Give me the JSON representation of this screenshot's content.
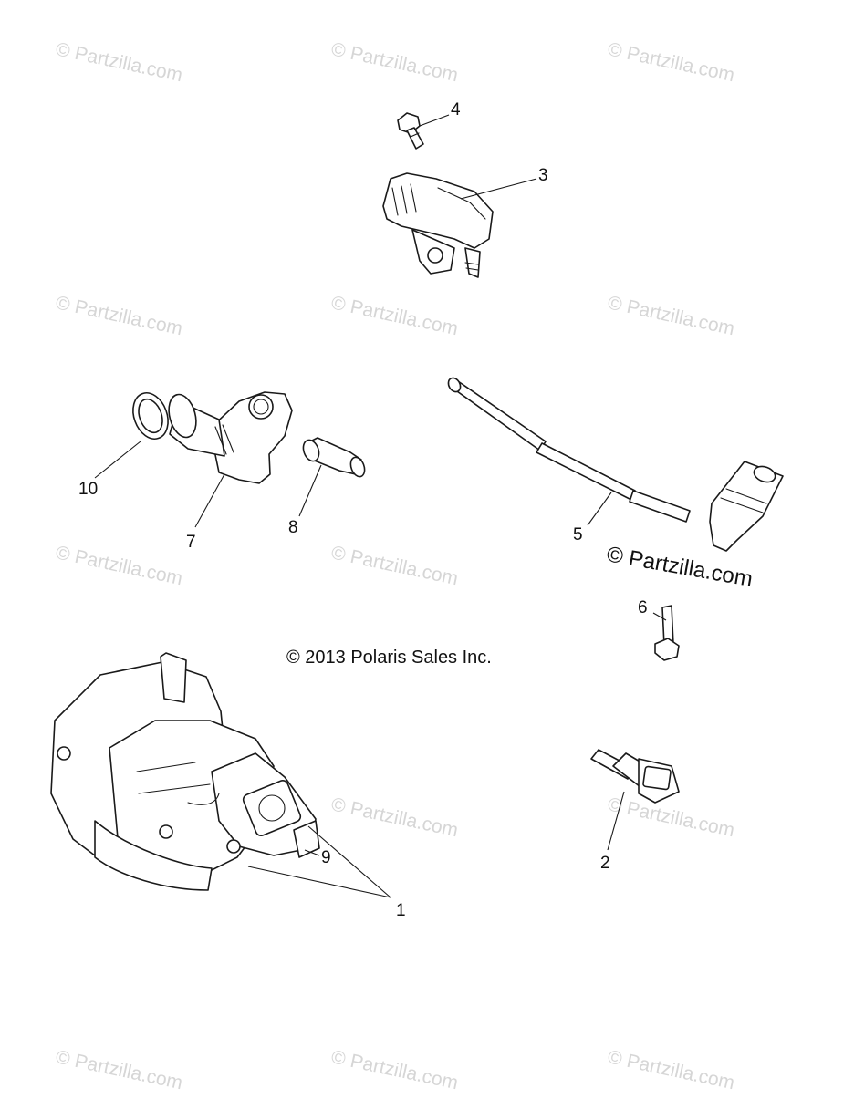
{
  "watermark_text": "© Partzilla.com",
  "large_watermark": "© Partzilla.com",
  "copyright": "© 2013 Polaris Sales Inc.",
  "callouts": {
    "c1": "1",
    "c2": "2",
    "c3": "3",
    "c4": "4",
    "c5": "5",
    "c6": "6",
    "c7": "7",
    "c8": "8",
    "c9": "9",
    "c10": "10"
  },
  "colors": {
    "line": "#1a1a1a",
    "watermark": "#d6d6d6",
    "background": "#ffffff"
  }
}
